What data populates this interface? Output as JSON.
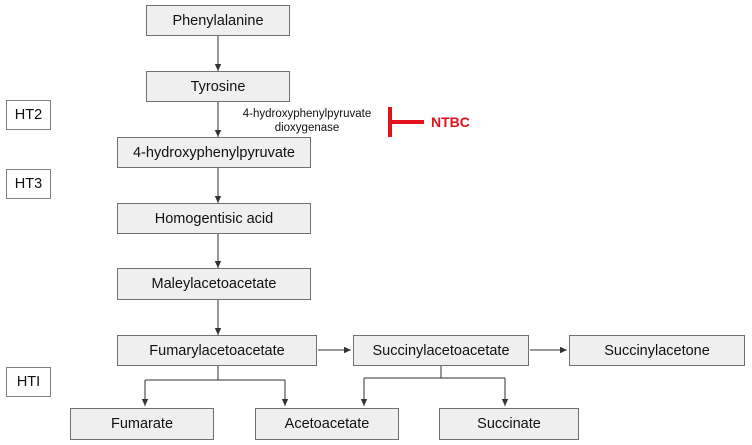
{
  "nodes": {
    "phenylalanine": "Phenylalanine",
    "tyrosine": "Tyrosine",
    "hydroxyphenylpyruvate": "4-hydroxyphenylpyruvate",
    "homogentisic_acid": "Homogentisic acid",
    "maleylacetoacetate": "Maleylacetoacetate",
    "fumarylacetoacetate": "Fumarylacetoacetate",
    "succinylacetoacetate": "Succinylacetoacetate",
    "succinylacetone": "Succinylacetone",
    "fumarate": "Fumarate",
    "acetoacetate": "Acetoacetate",
    "succinate": "Succinate"
  },
  "labels": {
    "ht2": "HT2",
    "ht3": "HT3",
    "hti": "HTI"
  },
  "enzyme": {
    "line1": "4-hydroxyphenylpyruvate",
    "line2": "dioxygenase"
  },
  "inhibitor": {
    "label": "NTBC",
    "color": "#e3111b"
  }
}
